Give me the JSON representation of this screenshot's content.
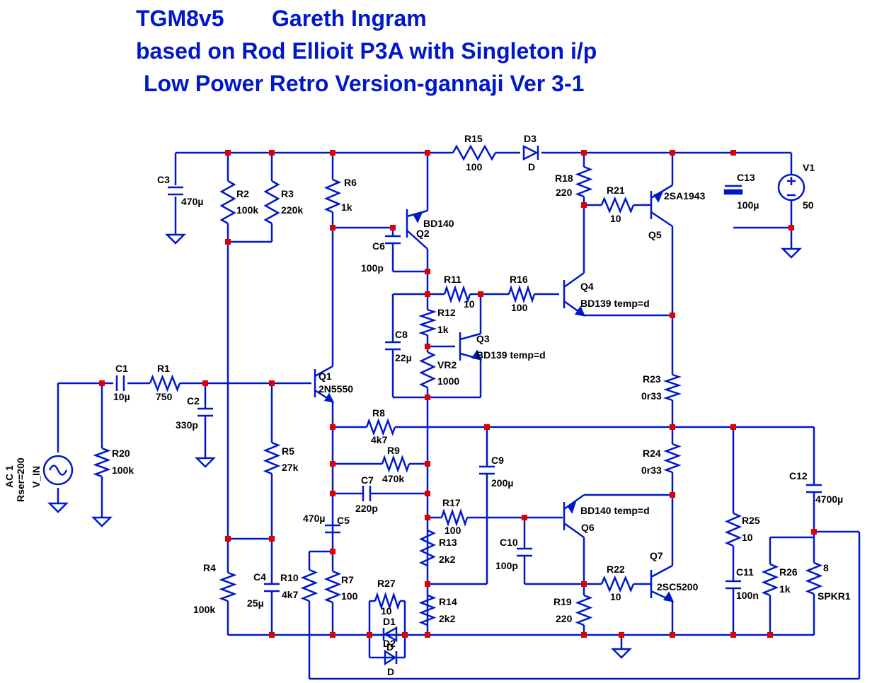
{
  "title": {
    "line1_left": "TGM8v5",
    "line1_right": "Gareth Ingram",
    "line2": "based on Rod Ellioit P3A with Singleton i/p",
    "line3": "Low Power Retro Version-gannaji Ver 3-1"
  },
  "colors": {
    "wire": "#0018c8",
    "node": "#e00000",
    "text": "#000000"
  },
  "labels": [
    {
      "id": "c3",
      "text": "C3"
    },
    {
      "id": "c3v",
      "text": "470µ"
    },
    {
      "id": "r2",
      "text": "R2"
    },
    {
      "id": "r2v",
      "text": "100k"
    },
    {
      "id": "r3",
      "text": "R3"
    },
    {
      "id": "r3v",
      "text": "220k"
    },
    {
      "id": "r6",
      "text": "R6"
    },
    {
      "id": "r6v",
      "text": "1k"
    },
    {
      "id": "r15",
      "text": "R15"
    },
    {
      "id": "r15v",
      "text": "100"
    },
    {
      "id": "d3",
      "text": "D3"
    },
    {
      "id": "d3v",
      "text": "D"
    },
    {
      "id": "r18",
      "text": "R18"
    },
    {
      "id": "r18v",
      "text": "220"
    },
    {
      "id": "r21",
      "text": "R21"
    },
    {
      "id": "r21v",
      "text": "10"
    },
    {
      "id": "q5t",
      "text": "2SA1943"
    },
    {
      "id": "q5",
      "text": "Q5"
    },
    {
      "id": "c13",
      "text": "C13"
    },
    {
      "id": "c13v",
      "text": "100µ"
    },
    {
      "id": "v1",
      "text": "V1"
    },
    {
      "id": "v1v",
      "text": "50"
    },
    {
      "id": "q2t",
      "text": "BD140"
    },
    {
      "id": "q2",
      "text": "Q2"
    },
    {
      "id": "c6",
      "text": "C6"
    },
    {
      "id": "c6v",
      "text": "100p"
    },
    {
      "id": "r11",
      "text": "R11"
    },
    {
      "id": "r11v",
      "text": "10"
    },
    {
      "id": "r16",
      "text": "R16"
    },
    {
      "id": "r16v",
      "text": "100"
    },
    {
      "id": "q4",
      "text": "Q4"
    },
    {
      "id": "q4t",
      "text": "BD139 temp=d"
    },
    {
      "id": "r12",
      "text": "R12"
    },
    {
      "id": "r12v",
      "text": "1k"
    },
    {
      "id": "q3",
      "text": "Q3"
    },
    {
      "id": "q3t",
      "text": "BD139 temp=d"
    },
    {
      "id": "c8",
      "text": "C8"
    },
    {
      "id": "c8v",
      "text": "22µ"
    },
    {
      "id": "vr2",
      "text": "VR2"
    },
    {
      "id": "vr2v",
      "text": "1000"
    },
    {
      "id": "q1",
      "text": "Q1"
    },
    {
      "id": "q1t",
      "text": "2N5550"
    },
    {
      "id": "c1",
      "text": "C1"
    },
    {
      "id": "c1v",
      "text": "10µ"
    },
    {
      "id": "r1",
      "text": "R1"
    },
    {
      "id": "r1v",
      "text": "750"
    },
    {
      "id": "c2",
      "text": "C2"
    },
    {
      "id": "c2v",
      "text": "330p"
    },
    {
      "id": "r23",
      "text": "R23"
    },
    {
      "id": "r23v",
      "text": "0r33"
    },
    {
      "id": "r8",
      "text": "R8"
    },
    {
      "id": "r8v",
      "text": "4k7"
    },
    {
      "id": "r9",
      "text": "R9"
    },
    {
      "id": "r9v",
      "text": "470k"
    },
    {
      "id": "r5",
      "text": "R5"
    },
    {
      "id": "r5v",
      "text": "27k"
    },
    {
      "id": "r20",
      "text": "R20"
    },
    {
      "id": "r20v",
      "text": "100k"
    },
    {
      "id": "ac1",
      "text": "AC 1"
    },
    {
      "id": "rser",
      "text": "Rser=200"
    },
    {
      "id": "vin",
      "text": "V_IN"
    },
    {
      "id": "c9",
      "text": "C9"
    },
    {
      "id": "c9v",
      "text": "200µ"
    },
    {
      "id": "r24",
      "text": "R24"
    },
    {
      "id": "r24v",
      "text": "0r33"
    },
    {
      "id": "c12",
      "text": "C12"
    },
    {
      "id": "c12v",
      "text": "4700µ"
    },
    {
      "id": "c7",
      "text": "C7"
    },
    {
      "id": "c7v",
      "text": "220p"
    },
    {
      "id": "c5",
      "text": "C5"
    },
    {
      "id": "c5v",
      "text": "470µ"
    },
    {
      "id": "r17",
      "text": "R17"
    },
    {
      "id": "r17v",
      "text": "100"
    },
    {
      "id": "q6t",
      "text": "BD140 temp=d"
    },
    {
      "id": "q6",
      "text": "Q6"
    },
    {
      "id": "r25",
      "text": "R25"
    },
    {
      "id": "r25v",
      "text": "10"
    },
    {
      "id": "r13",
      "text": "R13"
    },
    {
      "id": "r13v",
      "text": "2k2"
    },
    {
      "id": "c10",
      "text": "C10"
    },
    {
      "id": "c10v",
      "text": "100p"
    },
    {
      "id": "q7",
      "text": "Q7"
    },
    {
      "id": "c4",
      "text": "C4"
    },
    {
      "id": "c4v",
      "text": "25µ"
    },
    {
      "id": "r4",
      "text": "R4"
    },
    {
      "id": "r4v",
      "text": "100k"
    },
    {
      "id": "r10",
      "text": "R10"
    },
    {
      "id": "r10v",
      "text": "4k7"
    },
    {
      "id": "r7",
      "text": "R7"
    },
    {
      "id": "r7v",
      "text": "100"
    },
    {
      "id": "r27",
      "text": "R27"
    },
    {
      "id": "r27v",
      "text": "10"
    },
    {
      "id": "d1",
      "text": "D1"
    },
    {
      "id": "d2",
      "text": "D2"
    },
    {
      "id": "d1v",
      "text": "D"
    },
    {
      "id": "d2v",
      "text": "D"
    },
    {
      "id": "r22",
      "text": "R22"
    },
    {
      "id": "r22v",
      "text": "10"
    },
    {
      "id": "q7t",
      "text": "2SC5200"
    },
    {
      "id": "r19",
      "text": "R19"
    },
    {
      "id": "r19v",
      "text": "220"
    },
    {
      "id": "c11",
      "text": "C11"
    },
    {
      "id": "c11v",
      "text": "100n"
    },
    {
      "id": "r26",
      "text": "R26"
    },
    {
      "id": "r26v",
      "text": "1k"
    },
    {
      "id": "spk",
      "text": "8"
    },
    {
      "id": "spkr",
      "text": "SPKR1"
    },
    {
      "id": "r14",
      "text": "R14"
    },
    {
      "id": "r14v",
      "text": "2k2"
    }
  ]
}
